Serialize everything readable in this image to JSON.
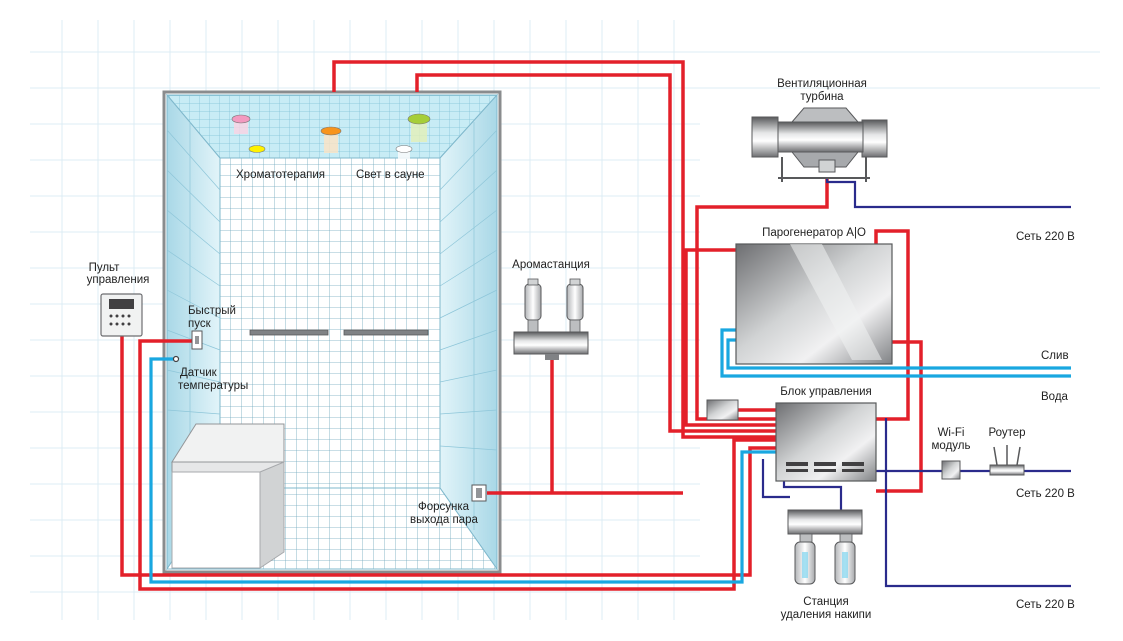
{
  "labels": {
    "chromotherapy": "Хроматотерапия",
    "sauna_light": "Свет в сауне",
    "control_panel_line1": "Пульт",
    "control_panel_line2": "управления",
    "quick_start_line1": "Быстрый",
    "quick_start_line2": "пуск",
    "temp_sensor_line1": "Датчик",
    "temp_sensor_line2": "температуры",
    "aroma_station": "Аромастанция",
    "steam_nozzle_line1": "Форсунка",
    "steam_nozzle_line2": "выхода пара",
    "vent_turbine_line1": "Вентиляционная",
    "vent_turbine_line2": "турбина",
    "steam_generator": "Парогенератор A|O",
    "control_unit": "Блок управления",
    "wifi_line1": "Wi-Fi",
    "wifi_line2": "модуль",
    "router": "Роутер",
    "descaler_line1": "Станция",
    "descaler_line2": "удаления накипи",
    "mains_top": "Сеть 220 В",
    "mains_mid": "Сеть 220 В",
    "mains_bottom": "Сеть 220 В",
    "drain": "Слив",
    "water": "Вода"
  },
  "colors": {
    "power_wire": "#e3202a",
    "mains_wire": "#2a2b8c",
    "water_pipe": "#19a7e0",
    "tile": "#d6eef5",
    "grid": "#dcecf4"
  },
  "chroma_lights": [
    "#f39ac0",
    "#f7941d",
    "#a6ce39",
    "#fff200",
    "#ffffff"
  ]
}
